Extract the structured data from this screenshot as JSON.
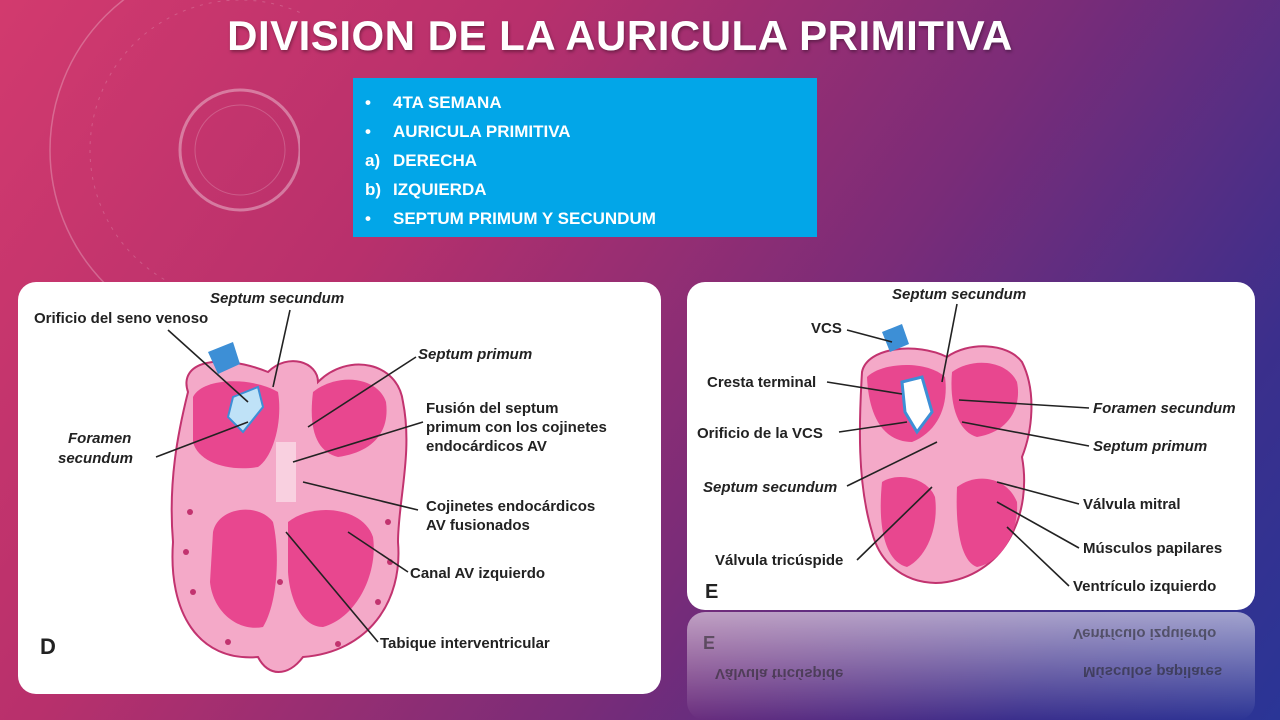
{
  "slide": {
    "title": "DIVISION DE LA AURICULA PRIMITIVA",
    "bullets": [
      {
        "marker": "•",
        "text": "4TA SEMANA"
      },
      {
        "marker": "•",
        "text": "AURICULA PRIMITIVA"
      },
      {
        "marker": "a)",
        "text": "DERECHA"
      },
      {
        "marker": "b)",
        "text": "IZQUIERDA"
      },
      {
        "marker": "•",
        "text": "SEPTUM PRIMUM Y SECUNDUM"
      }
    ]
  },
  "panel_d": {
    "letter": "D",
    "labels": {
      "septum_secundum": "Septum secundum",
      "orificio_seno": "Orificio del seno venoso",
      "septum_primum": "Septum primum",
      "fusion_1": "Fusión del septum",
      "fusion_2": "primum con los cojinetes",
      "fusion_3": "endocárdicos AV",
      "foramen_1": "Foramen",
      "foramen_2": "secundum",
      "cojinetes_1": "Cojinetes endocárdicos",
      "cojinetes_2": "AV fusionados",
      "canal": "Canal AV izquierdo",
      "tabique": "Tabique interventricular"
    }
  },
  "panel_e": {
    "letter": "E",
    "labels": {
      "septum_secundum_top": "Septum secundum",
      "vcs": "VCS",
      "cresta": "Cresta terminal",
      "foramen_sec": "Foramen secundum",
      "orificio_vcs": "Orificio de la VCS",
      "septum_primum": "Septum primum",
      "septum_secundum_low": "Septum secundum",
      "valvula_mitral": "Válvula mitral",
      "musculos": "Músculos papilares",
      "valvula_tric": "Válvula tricúspide",
      "ventriculo": "Ventrículo izquierdo"
    }
  },
  "reflection": {
    "letter": "E",
    "labels": [
      "Ventrículo izquierdo",
      "Válvula tricúspide",
      "Músculos papilares"
    ]
  },
  "colors": {
    "accent_box": "#02a6e8",
    "tissue_pink": "#e8478f",
    "tissue_light": "#f4a9c8",
    "vessel_blue": "#3d8fd6"
  }
}
